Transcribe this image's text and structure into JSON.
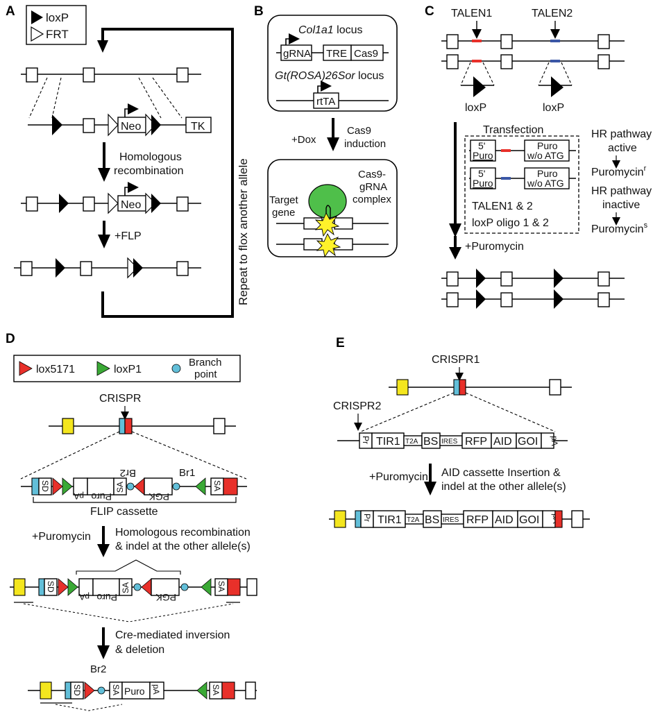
{
  "panels": {
    "a": {
      "letter": "A",
      "legend_loxp": "loxP",
      "legend_frt": "FRT",
      "neo": "Neo",
      "tk": "TK",
      "step1": "Homologous",
      "step1b": "recombination",
      "step2": "+FLP",
      "repeat": "Repeat to flox another allele"
    },
    "b": {
      "letter": "B",
      "col1a1_italic": "Col1a1",
      "col1a1_rest": " locus",
      "grna": "gRNA",
      "tre": "TRE",
      "cas9": "Cas9",
      "rosa_italic": "Gt(ROSA)26Sor",
      "rosa_rest": " locus",
      "rtta": "rtTA",
      "dox": "+Dox",
      "induction1": "Cas9",
      "induction2": "induction",
      "complex1": "Cas9-",
      "complex2": "gRNA",
      "complex3": "complex",
      "target1": "Target",
      "target2": "gene"
    },
    "c": {
      "letter": "C",
      "talen1": "TALEN1",
      "talen2": "TALEN2",
      "loxp": "loxP",
      "transfection": "Transfection",
      "five": "5'",
      "puro": "Puro",
      "puro_wo": "Puro",
      "wo_atg": "w/o ATG",
      "talens": "TALEN1 & 2",
      "oligos": "loxP oligo 1 & 2",
      "hr_active1": "HR pathway",
      "hr_active2": "active",
      "puro_r": "Puromycin",
      "puro_r_sup": "r",
      "hr_inactive1": "HR pathway",
      "hr_inactive2": "inactive",
      "puro_s": "Puromycin",
      "puro_s_sup": "s",
      "plus_puro": "+Puromycin"
    },
    "d": {
      "letter": "D",
      "legend_lox5171": "lox5171",
      "legend_loxp1": "loxP1",
      "legend_branch1": "Branch",
      "legend_branch2": "point",
      "crispr": "CRISPR",
      "sd": "SD",
      "pa": "pA",
      "puro": "Puro",
      "sa": "SA",
      "pgk": "PGK",
      "br1": "Br1",
      "br2": "Br2",
      "flip": "FLIP cassette",
      "plus_puro": "+Puromycin",
      "hr1": "Homologous recombination",
      "hr2": "& indel at the other allele(s)",
      "cre1": "Cre-mediated inversion",
      "cre2": "& deletion"
    },
    "e": {
      "letter": "E",
      "crispr1": "CRISPR1",
      "crispr2": "CRISPR2",
      "pr": "Pr",
      "tir1": "TIR1",
      "t2a": "T2A",
      "bs": "BS",
      "ires": "IRES",
      "rfp": "RFP",
      "aid": "AID",
      "goi": "GOI",
      "pa": "pA",
      "plus_puro": "+Puromycin",
      "ins1": "AID cassette Insertion &",
      "ins2": "indel at the other allele(s)"
    }
  },
  "colors": {
    "red": "#e8302a",
    "green": "#3aa935",
    "blue": "#62bfd9",
    "yellow": "#f4e61e",
    "talen_red": "#e8302a",
    "talen_blue": "#3b57a6",
    "cas9_green": "#4fbf4a",
    "star": "#fff22a"
  }
}
